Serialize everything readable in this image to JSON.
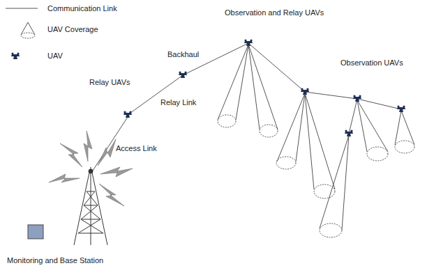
{
  "diagram": {
    "labels": [
      "Observation and Relay UAVs",
      "Backhaul",
      "Relay UAVs",
      "Relay Link",
      "Observation UAVs",
      "Access Link",
      "Monitoring and Base Station"
    ],
    "legend": [
      {
        "text": "Communication Link"
      },
      {
        "text": "UAV Coverage"
      },
      {
        "text": "UAV"
      }
    ]
  }
}
